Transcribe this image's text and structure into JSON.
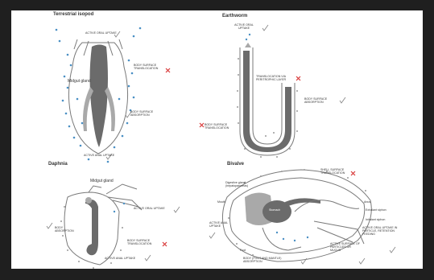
{
  "panels": {
    "polychaete": {
      "title": "Terrestrial isopod",
      "labels": {
        "oral_top": "ACTIVE ORAL UPTAKE",
        "midgut": "Midgut gland",
        "body_surface_translocation": "BODY SURFACE TRANSLOCATION",
        "body_surface_absorption": "BODY SURFACE ABSORPTION",
        "anal": "ACTIVE ANAL UPTAKE"
      }
    },
    "earthworm": {
      "title": "Earthworm",
      "labels": {
        "oral": "ACTIVE ORAL UPTAKE",
        "translocation": "TRANSLOCATION VIA PERITROPHIC LAYER",
        "body_surface_absorption": "BODY SURFACE ABSORPTION",
        "body_surface_translocation": "BODY SURFACE TRANSLOCATION"
      }
    },
    "daphnia": {
      "title": "Daphnia",
      "labels": {
        "midgut": "Midgut gland",
        "oral": "ACTIVE ORAL UPTAKE",
        "body_absorption": "BODY ABSORPTION",
        "body_surface_translocation": "BODY SURFACE TRANSLOCATION",
        "anal": "ACTIVE ANAL UPTAKE"
      }
    },
    "bivalve": {
      "title": "Bivalve",
      "labels": {
        "digestive_gland": "Digestive gland (hepatopancreas)",
        "stomach": "Stomach",
        "shell_surface_translocation": "SHELL SURFACE TRANSLOCATION",
        "anus": "Anus",
        "exhalant_siphon": "Exhalant siphon",
        "inhalant_siphon": "Inhalant siphon",
        "active_anal": "ACTIVE ANAL UPTAKE",
        "mouth": "Mouth",
        "active_oral": "ACTIVE ORAL UPTAKE IN PARTICLE, RETENTION FEEDING",
        "foot": "Foot",
        "body_foot": "BODY (FOOT AND MANTLE) ABSORPTION",
        "active_surface": "ACTIVE SURFACE OF PARTICLES OR MUCUS"
      }
    }
  }
}
